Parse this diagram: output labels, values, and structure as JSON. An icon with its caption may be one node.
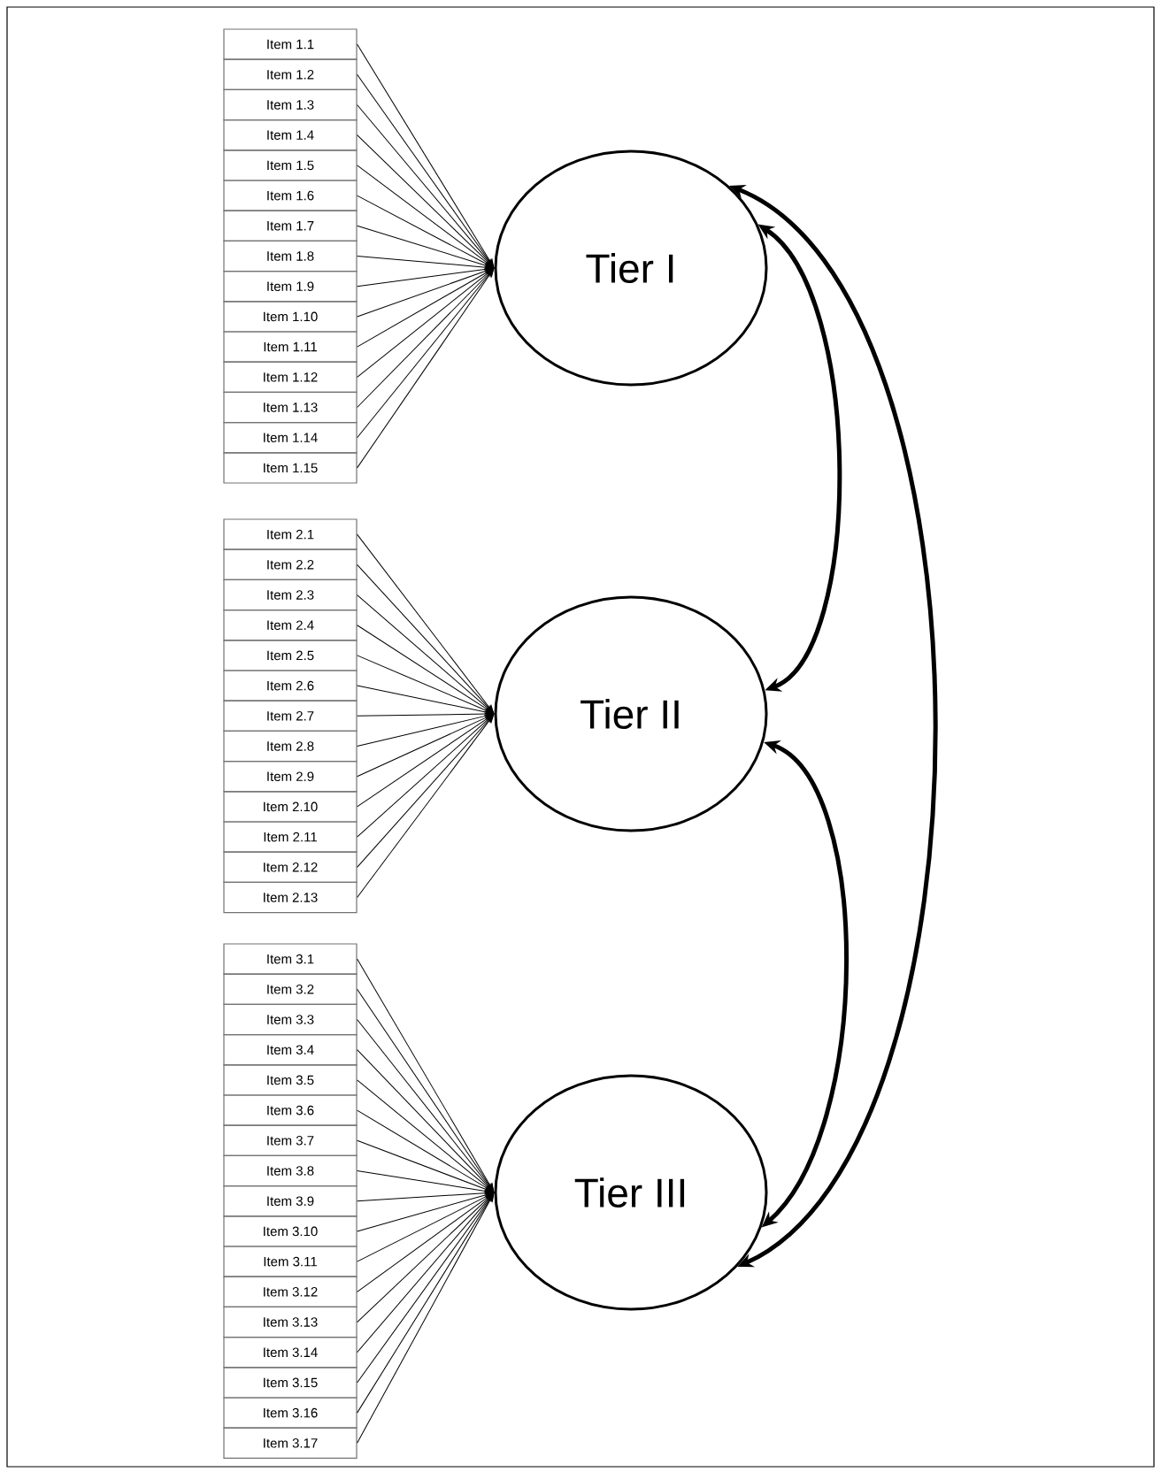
{
  "diagram": {
    "nodes": [
      {
        "text": [
          "Tier I"
        ]
      },
      {
        "text": [
          "Tier II"
        ]
      },
      {
        "text": [
          "Tier III"
        ]
      },
      {
        "text": [
          "Item 1.1"
        ]
      },
      {
        "text": [
          "Item 1.2"
        ]
      },
      {
        "text": [
          "Item 1.3"
        ]
      },
      {
        "text": [
          "Item 1.4"
        ]
      },
      {
        "text": [
          "Item 1.5"
        ]
      },
      {
        "text": [
          "Item 1.6"
        ]
      },
      {
        "text": [
          "Item 1.7"
        ]
      },
      {
        "text": [
          "Item 1.8"
        ]
      },
      {
        "text": [
          "Item 1.9"
        ]
      },
      {
        "text": [
          "Item 1.10"
        ]
      },
      {
        "text": [
          "Item 1.11"
        ]
      },
      {
        "text": [
          "Item 1.12"
        ]
      },
      {
        "text": [
          "Item 1.13"
        ]
      },
      {
        "text": [
          "Item 1.14"
        ]
      },
      {
        "text": [
          "Item 1.15"
        ]
      },
      {
        "text": [
          "Item 2.1"
        ]
      },
      {
        "text": [
          "Item 2.2"
        ]
      },
      {
        "text": [
          "Item 2.3"
        ]
      },
      {
        "text": [
          "Item 2.4"
        ]
      },
      {
        "text": [
          "Item 2.5"
        ]
      },
      {
        "text": [
          "Item 2.6"
        ]
      },
      {
        "text": [
          "Item 2.7"
        ]
      },
      {
        "text": [
          "Item 2.8"
        ]
      },
      {
        "text": [
          "Item 2.9"
        ]
      },
      {
        "text": [
          "Item 2.10"
        ]
      },
      {
        "text": [
          "Item 2.11"
        ]
      },
      {
        "text": [
          "Item 2.12"
        ]
      },
      {
        "text": [
          "Item 2.13"
        ]
      },
      {
        "text": [
          "Item 3.1"
        ]
      },
      {
        "text": [
          "Item 3.2"
        ]
      },
      {
        "text": [
          "Item 3.3"
        ]
      },
      {
        "text": [
          "Item 3.4"
        ]
      },
      {
        "text": [
          "Item 3.5"
        ]
      },
      {
        "text": [
          "Item 3.6"
        ]
      },
      {
        "text": [
          "Item 3.7"
        ]
      },
      {
        "text": [
          "Item 3.8"
        ]
      },
      {
        "text": [
          "Item 3.9"
        ]
      },
      {
        "text": [
          "Item 3.10"
        ]
      },
      {
        "text": [
          "Item 3.11"
        ]
      },
      {
        "text": [
          "Item 3.12"
        ]
      },
      {
        "text": [
          "Item 3.13"
        ]
      },
      {
        "text": [
          "Item 3.14"
        ]
      },
      {
        "text": [
          "Item 3.15"
        ]
      },
      {
        "text": [
          "Item 3.16"
        ]
      },
      {
        "text": [
          "Item 3.17"
        ]
      }
    ],
    "edges": [
      {
        "from": 3,
        "to": 0,
        "arrow": "to"
      },
      {
        "from": 4,
        "to": 0,
        "arrow": "to"
      },
      {
        "from": 5,
        "to": 0,
        "arrow": "to"
      },
      {
        "from": 6,
        "to": 0,
        "arrow": "to"
      },
      {
        "from": 7,
        "to": 0,
        "arrow": "to"
      },
      {
        "from": 8,
        "to": 0,
        "arrow": "to"
      },
      {
        "from": 9,
        "to": 0,
        "arrow": "to"
      },
      {
        "from": 10,
        "to": 0,
        "arrow": "to"
      },
      {
        "from": 11,
        "to": 0,
        "arrow": "to"
      },
      {
        "from": 12,
        "to": 0,
        "arrow": "to"
      },
      {
        "from": 13,
        "to": 0,
        "arrow": "to"
      },
      {
        "from": 14,
        "to": 0,
        "arrow": "to"
      },
      {
        "from": 15,
        "to": 0,
        "arrow": "to"
      },
      {
        "from": 16,
        "to": 0,
        "arrow": "to"
      },
      {
        "from": 17,
        "to": 0,
        "arrow": "to"
      },
      {
        "from": 18,
        "to": 1,
        "arrow": "to"
      },
      {
        "from": 19,
        "to": 1,
        "arrow": "to"
      },
      {
        "from": 20,
        "to": 1,
        "arrow": "to"
      },
      {
        "from": 21,
        "to": 1,
        "arrow": "to"
      },
      {
        "from": 22,
        "to": 1,
        "arrow": "to"
      },
      {
        "from": 23,
        "to": 1,
        "arrow": "to"
      },
      {
        "from": 24,
        "to": 1,
        "arrow": "to"
      },
      {
        "from": 25,
        "to": 1,
        "arrow": "to"
      },
      {
        "from": 26,
        "to": 1,
        "arrow": "to"
      },
      {
        "from": 27,
        "to": 1,
        "arrow": "to"
      },
      {
        "from": 28,
        "to": 1,
        "arrow": "to"
      },
      {
        "from": 29,
        "to": 1,
        "arrow": "to"
      },
      {
        "from": 30,
        "to": 1,
        "arrow": "to"
      },
      {
        "from": 31,
        "to": 2,
        "arrow": "to"
      },
      {
        "from": 32,
        "to": 2,
        "arrow": "to"
      },
      {
        "from": 33,
        "to": 2,
        "arrow": "to"
      },
      {
        "from": 34,
        "to": 2,
        "arrow": "to"
      },
      {
        "from": 35,
        "to": 2,
        "arrow": "to"
      },
      {
        "from": 36,
        "to": 2,
        "arrow": "to"
      },
      {
        "from": 37,
        "to": 2,
        "arrow": "to"
      },
      {
        "from": 38,
        "to": 2,
        "arrow": "to"
      },
      {
        "from": 39,
        "to": 2,
        "arrow": "to"
      },
      {
        "from": 40,
        "to": 2,
        "arrow": "to"
      },
      {
        "from": 41,
        "to": 2,
        "arrow": "to"
      },
      {
        "from": 42,
        "to": 2,
        "arrow": "to"
      },
      {
        "from": 43,
        "to": 2,
        "arrow": "to"
      },
      {
        "from": 44,
        "to": 2,
        "arrow": "to"
      },
      {
        "from": 45,
        "to": 2,
        "arrow": "to"
      },
      {
        "from": 46,
        "to": 2,
        "arrow": "to"
      },
      {
        "from": 47,
        "to": 2,
        "arrow": "to"
      },
      {
        "from": 0,
        "to": 1,
        "arrow": "both",
        "style": "thick"
      },
      {
        "from": 1,
        "to": 2,
        "arrow": "both",
        "style": "thick"
      },
      {
        "from": 0,
        "to": 2,
        "arrow": "both",
        "style": "thick"
      }
    ]
  }
}
